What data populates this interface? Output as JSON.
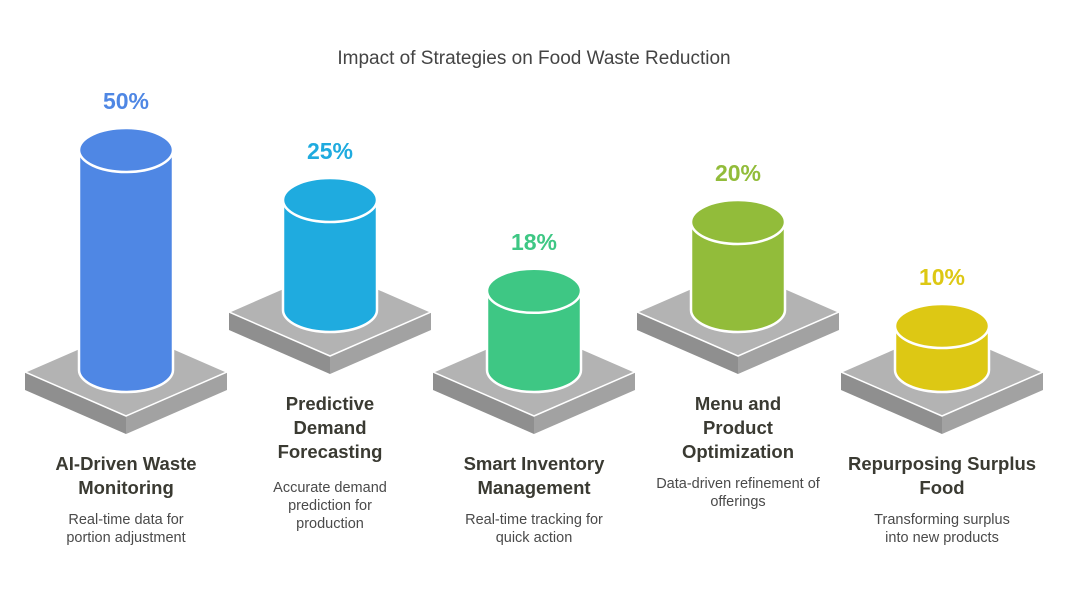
{
  "chart_data": {
    "type": "bar",
    "title": "Impact of Strategies on Food Waste Reduction",
    "categories": [
      "AI-Driven Waste Monitoring",
      "Predictive Demand Forecasting",
      "Smart Inventory Management",
      "Menu and Product Optimization",
      "Repurposing Surplus Food"
    ],
    "values": [
      50,
      25,
      18,
      20,
      10
    ],
    "value_labels": [
      "50%",
      "25%",
      "18%",
      "20%",
      "10%"
    ],
    "descriptions": [
      "Real-time data for portion adjustment",
      "Accurate demand prediction for production",
      "Real-time tracking for quick action",
      "Data-driven refinement of offerings",
      "Transforming surplus into new products"
    ],
    "colors": [
      "#4f87e4",
      "#1fabdf",
      "#3ec784",
      "#92bc3a",
      "#ddc814"
    ],
    "label_colors": [
      "#4f87e4",
      "#1fabdf",
      "#3ec784",
      "#92bc3a",
      "#ddc814"
    ],
    "platform_color": "#b3b3b3"
  }
}
